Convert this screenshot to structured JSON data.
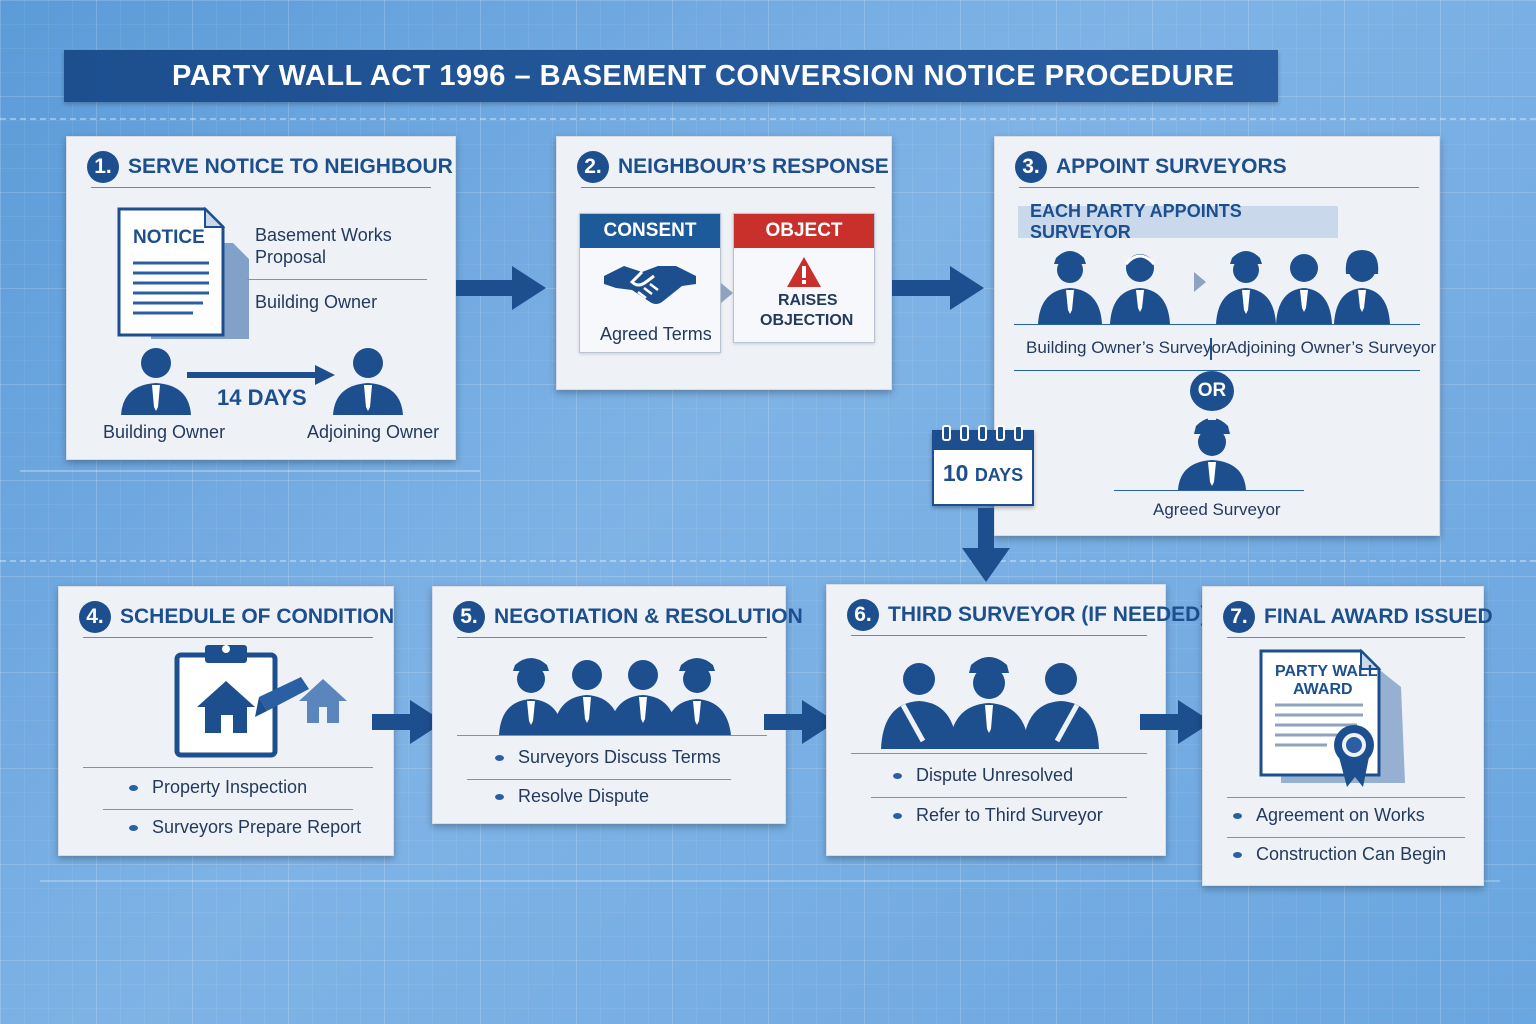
{
  "title": "PARTY WALL ACT 1996 – BASEMENT CONVERSION NOTICE PROCEDURE",
  "colors": {
    "primary": "#1d4f8f",
    "consent": "#1d5a9a",
    "object": "#c9302c",
    "card": "#eef2f7"
  },
  "steps": {
    "s1": {
      "num": "1.",
      "title": "SERVE NOTICE TO NEIGHBOUR",
      "doc_label": "NOTICE",
      "details": [
        "Basement Works",
        "Proposal",
        "Building Owner"
      ],
      "from_label": "Building Owner",
      "to_label": "Adjoining Owner",
      "period": "14 DAYS",
      "icons": [
        "notice-document-icon",
        "person-icon"
      ]
    },
    "s2": {
      "num": "2.",
      "title": "NEIGHBOUR’S RESPONSE",
      "consent": {
        "label": "CONSENT",
        "caption": "Agreed Terms",
        "icon": "handshake-icon"
      },
      "object": {
        "label": "OBJECT",
        "caption": [
          "RAISES",
          "OBJECTION"
        ],
        "icon": "warning-icon"
      }
    },
    "s3": {
      "num": "3.",
      "title": "APPOINT SURVEYORS",
      "banner": "EACH PARTY APPOINTS SURVEYOR",
      "left_label": "Building Owner’s Surveyor",
      "right_label": "Adjoining Owner’s Surveyor",
      "or": "OR",
      "agreed_label": "Agreed Surveyor",
      "icons": [
        "surveyor-icon",
        "person-icon"
      ]
    },
    "deadline": {
      "number": "10",
      "unit": "DAYS",
      "icon": "calendar-icon"
    },
    "s4": {
      "num": "4.",
      "title": "SCHEDULE OF CONDITION",
      "bullets": [
        "Property Inspection",
        "Surveyors Prepare Report"
      ],
      "icons": [
        "clipboard-house-icon"
      ]
    },
    "s5": {
      "num": "5.",
      "title": "NEGOTIATION & RESOLUTION",
      "bullets": [
        "Surveyors Discuss Terms",
        "Resolve Dispute"
      ],
      "icons": [
        "group-icon"
      ]
    },
    "s6": {
      "num": "6.",
      "title": "THIRD SURVEYOR (IF NEEDED)",
      "bullets": [
        "Dispute Unresolved",
        "Refer to Third Surveyor"
      ],
      "icons": [
        "group-icon"
      ]
    },
    "s7": {
      "num": "7.",
      "title": "FINAL AWARD ISSUED",
      "award_lines": [
        "PARTY WALL",
        "AWARD"
      ],
      "bullets": [
        "Agreement on Works",
        "Construction Can Begin"
      ],
      "icons": [
        "award-certificate-icon"
      ]
    }
  }
}
